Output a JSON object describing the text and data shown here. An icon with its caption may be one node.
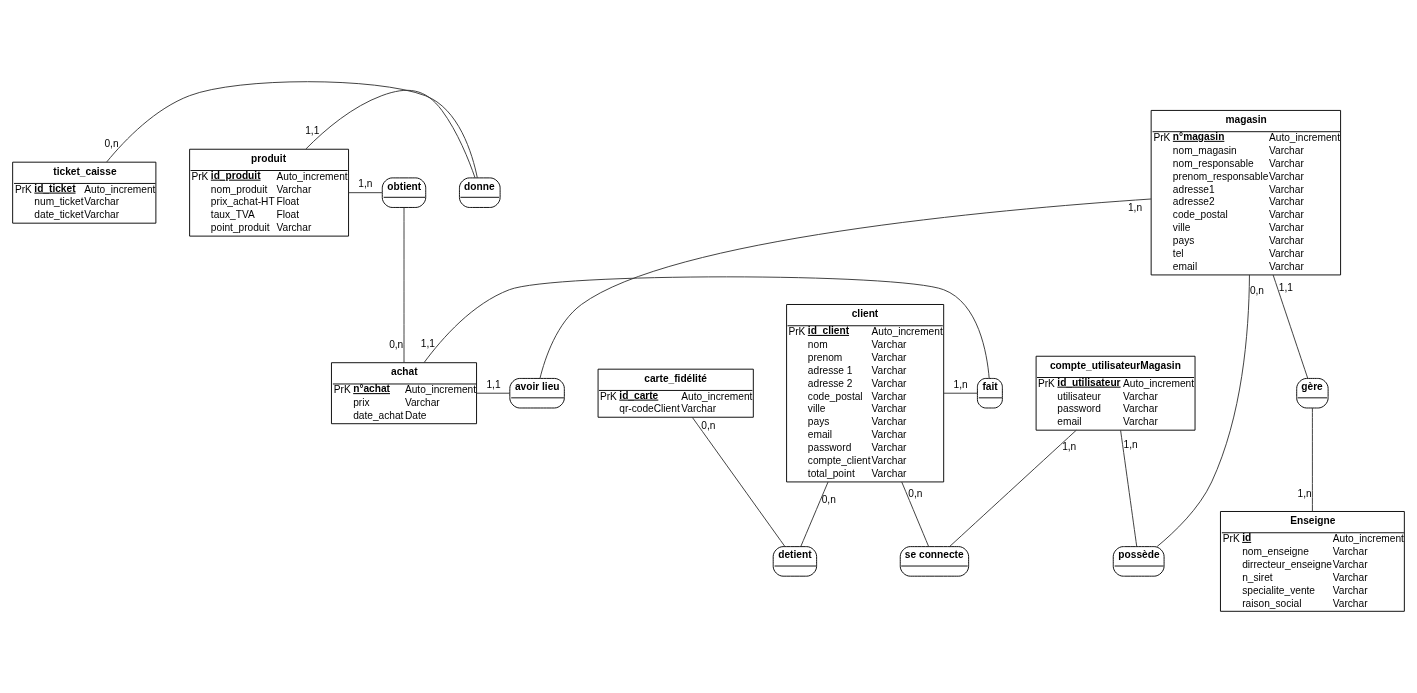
{
  "diagram": {
    "nodes": [
      {
        "text": [
          "ticket_caisse",
          "PrK",
          "id_ticket",
          "Auto_increment",
          "num_ticket",
          "Varchar",
          "date_ticket",
          "Varchar"
        ]
      },
      {
        "text": [
          "donne"
        ]
      },
      {
        "text": [
          "produit",
          "PrK",
          "id_produit",
          "Auto_increment",
          "nom_produit",
          "Varchar",
          "prix_achat-HT",
          "Float",
          "taux_TVA",
          "Float",
          "point_produit",
          "Varchar"
        ]
      },
      {
        "text": [
          "magasin",
          "PrK",
          "n°magasin",
          "Auto_increment",
          "nom_magasin",
          "Varchar",
          "nom_responsable",
          "Varchar",
          "prenom_responsable",
          "Varchar",
          "adresse1",
          "Varchar",
          "adresse2",
          "Varchar",
          "code_postal",
          "Varchar",
          "ville",
          "Varchar",
          "pays",
          "Varchar",
          "tel",
          "Varchar",
          "email",
          "Varchar"
        ]
      },
      {
        "text": [
          "obtient"
        ]
      },
      {
        "text": [
          "client",
          "PrK",
          "id_client",
          "Auto_increment",
          "nom",
          "Varchar",
          "prenom",
          "Varchar",
          "adresse 1",
          "Varchar",
          "adresse 2",
          "Varchar",
          "code_postal",
          "Varchar",
          "ville",
          "Varchar",
          "pays",
          "Varchar",
          "email",
          "Varchar",
          "password",
          "Varchar",
          "compte_client",
          "Varchar",
          "total_point",
          "Varchar"
        ]
      },
      {
        "text": [
          "fait"
        ]
      },
      {
        "text": [
          "achat",
          "PrK",
          "n°achat",
          "Auto_increment",
          "prix",
          "Varchar",
          "date_achat",
          "Date"
        ]
      },
      {
        "text": [
          "avoir lieu"
        ]
      },
      {
        "text": [
          "gère"
        ]
      },
      {
        "text": [
          "se connecte"
        ]
      },
      {
        "text": [
          "possède"
        ]
      },
      {
        "text": [
          "detient"
        ]
      },
      {
        "text": [
          "compte_utilisateurMagasin",
          "PrK",
          "id_utilisateur",
          "Auto_increment",
          "utilisateur",
          "Varchar",
          "password",
          "Varchar",
          "email",
          "Varchar"
        ]
      },
      {
        "text": [
          "Enseigne",
          "PrK",
          "id",
          "Auto_increment",
          "nom_enseigne",
          "Varchar",
          "dirrecteur_enseigne",
          "Varchar",
          "n_siret",
          "Varchar",
          "specialite_vente",
          "Varchar",
          "raison_social",
          "Varchar"
        ]
      },
      {
        "text": [
          "carte_fidélité",
          "PrK",
          "id_carte",
          "Auto_increment",
          "qr-codeClient",
          "Varchar"
        ]
      }
    ],
    "edges": [
      {
        "from": 0,
        "to": 1,
        "arrow": "none",
        "label": "0,n"
      },
      {
        "from": 2,
        "to": 1,
        "arrow": "none",
        "label": "1,1"
      },
      {
        "from": 2,
        "to": 4,
        "arrow": "none",
        "label": "1,n"
      },
      {
        "from": 7,
        "to": 4,
        "arrow": "none",
        "label": "0,n"
      },
      {
        "from": 5,
        "to": 6,
        "arrow": "none",
        "label": "1,n"
      },
      {
        "from": 7,
        "to": 6,
        "arrow": "none",
        "label": "1,1"
      },
      {
        "from": 7,
        "to": 8,
        "arrow": "none",
        "label": "1,1"
      },
      {
        "from": 3,
        "to": 8,
        "arrow": "none",
        "label": "1,n"
      },
      {
        "from": 3,
        "to": 11,
        "arrow": "none",
        "label": "0,n"
      },
      {
        "from": 3,
        "to": 9,
        "arrow": "none",
        "label": "1,1"
      },
      {
        "from": 14,
        "to": 9,
        "arrow": "none",
        "label": "1,n"
      },
      {
        "from": 5,
        "to": 10,
        "arrow": "none",
        "label": "0,n"
      },
      {
        "from": 13,
        "to": 10,
        "arrow": "none",
        "label": "1,n"
      },
      {
        "from": 13,
        "to": 11,
        "arrow": "none",
        "label": "1,n"
      },
      {
        "from": 5,
        "to": 12,
        "arrow": "none",
        "label": "0,n"
      },
      {
        "from": 15,
        "to": 12,
        "arrow": "none",
        "label": "0,n"
      }
    ]
  }
}
